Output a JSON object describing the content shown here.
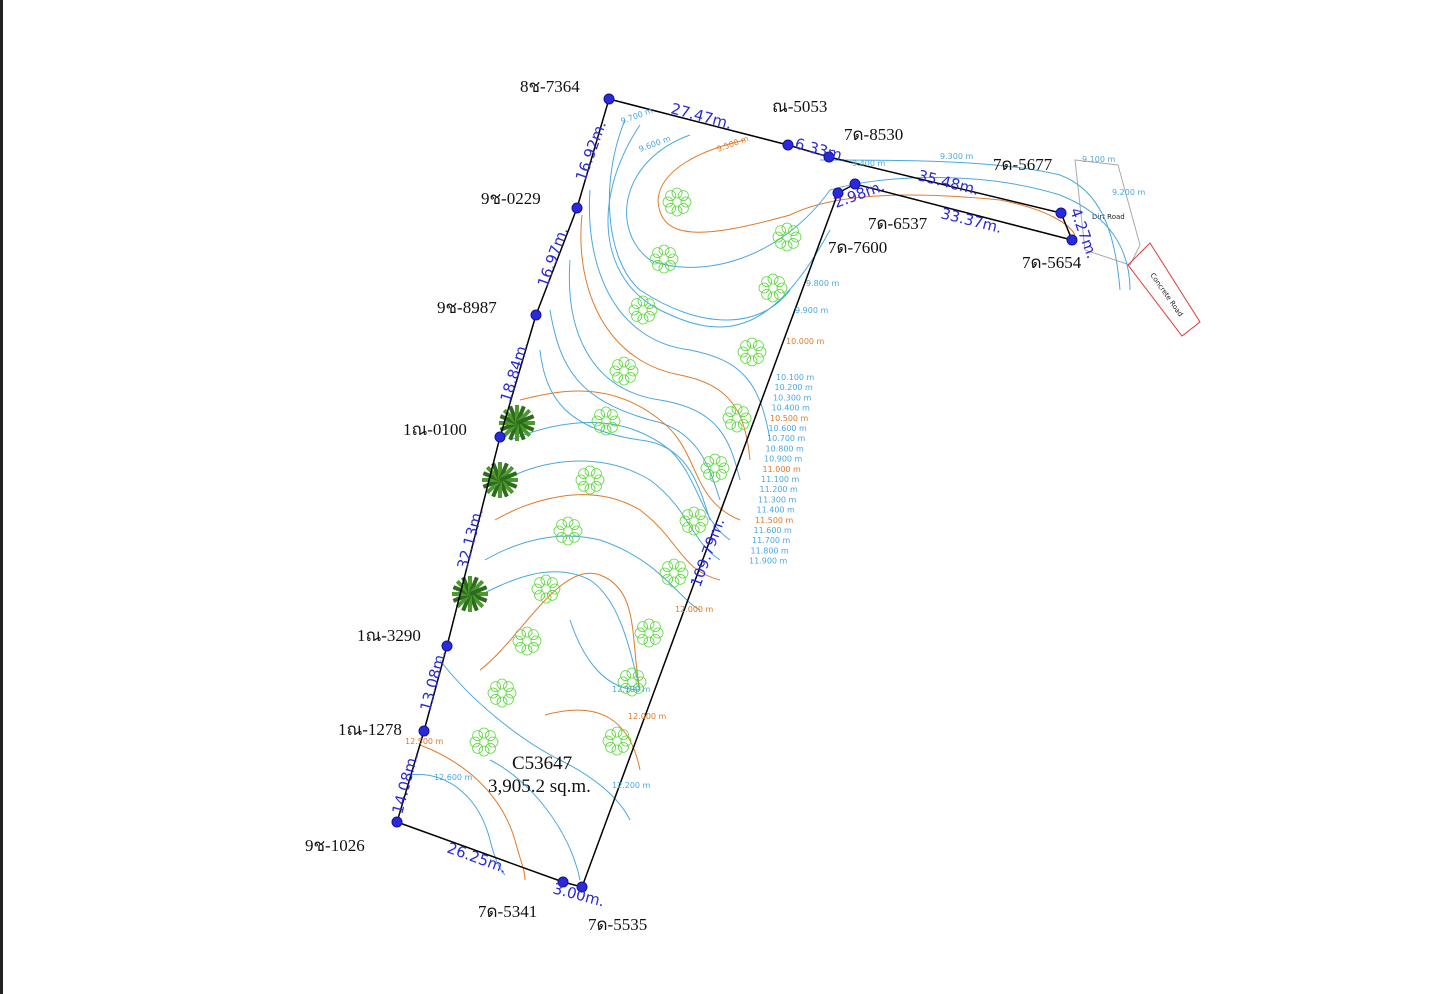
{
  "parcel": {
    "id": "C53647",
    "area": "3,905.2 sq.m."
  },
  "points": [
    "8ช-7364",
    "ณ-5053",
    "7ด-8530",
    "7ด-5677",
    "7ด-5654",
    "7ด-6537",
    "7ด-7600",
    "7ด-5535",
    "7ด-5341",
    "9ช-1026",
    "1ณ-1278",
    "1ณ-3290",
    "1ณ-0100",
    "9ช-8987",
    "9ช-0229"
  ],
  "distances": [
    "27.47m.",
    "6.33m.",
    "35.48m.",
    "33.37m.",
    "4.27m.",
    "2.98m.",
    "109.79m.",
    "3.00m.",
    "26.25m.",
    "14.08m.",
    "13.08m.",
    "32.13m.",
    "18.84m.",
    "16.97m.",
    "16.92m."
  ],
  "roads": [
    "Dirt Road",
    "Concrete Road"
  ],
  "contour_labels": [
    "9.300 m",
    "9.400 m",
    "9.500 m",
    "9.600 m",
    "9.700 m",
    "9.800 m",
    "9.900 m",
    "10.000 m",
    "10.100 m",
    "10.200 m",
    "10.300 m",
    "10.400 m",
    "10.500 m",
    "10.600 m",
    "10.700 m",
    "10.800 m",
    "10.900 m",
    "11.000 m",
    "11.100 m",
    "11.200 m",
    "11.300 m",
    "11.400 m",
    "11.500 m",
    "11.600 m",
    "11.700 m",
    "11.800 m",
    "11.900 m",
    "12.000 m",
    "12.100 m",
    "12.200 m",
    "12.500 m",
    "12.600 m",
    "9.100 m",
    "9.200 m"
  ],
  "colors": {
    "boundary": "#000000",
    "contour_minor": "#4aa8e0",
    "contour_major": "#e07a2a",
    "dimension": "#2a2ad8",
    "tree": "#5ad83a",
    "road_edge": "#e03a3a"
  }
}
